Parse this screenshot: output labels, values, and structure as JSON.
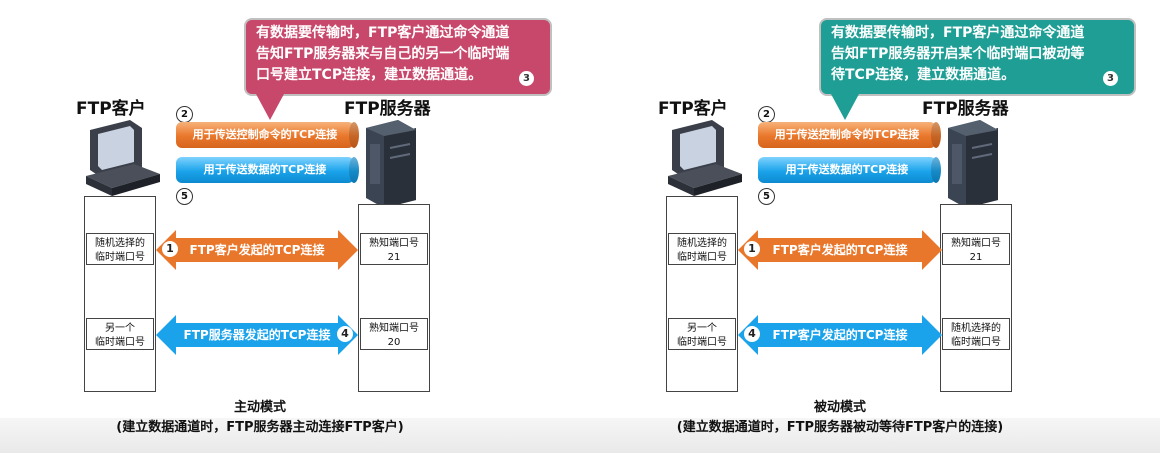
{
  "active": {
    "bubble_lines": [
      "有数据要传输时，FTP客户通过命令通道",
      "告知FTP服务器来与自己的另一个临时端",
      "口号建立TCP连接，建立数据通道。"
    ],
    "bubble_step": "3",
    "client_label": "FTP客户",
    "server_label": "FTP服务器",
    "step2": "2",
    "step5": "5",
    "control_conn": "用于传送控制命令的TCP连接",
    "data_conn": "用于传送数据的TCP连接",
    "arrow1_num": "1",
    "arrow1_label": "FTP客户发起的TCP连接",
    "arrow2_num": "4",
    "arrow2_label": "FTP服务器发起的TCP连接",
    "client_port1": [
      "随机选择的",
      "临时端口号"
    ],
    "client_port2": [
      "另一个",
      "临时端口号"
    ],
    "server_port1": [
      "熟知端口号",
      "21"
    ],
    "server_port2": [
      "熟知端口号",
      "20"
    ],
    "caption_title": "主动模式",
    "caption_sub": "(建立数据通道时，FTP服务器主动连接FTP客户)"
  },
  "passive": {
    "bubble_lines": [
      "有数据要传输时，FTP客户通过命令通道",
      "告知FTP服务器开启某个临时端口被动等",
      "待TCP连接，建立数据通道。"
    ],
    "bubble_step": "3",
    "client_label": "FTP客户",
    "server_label": "FTP服务器",
    "step2": "2",
    "step5": "5",
    "control_conn": "用于传送控制命令的TCP连接",
    "data_conn": "用于传送数据的TCP连接",
    "arrow1_num": "1",
    "arrow1_label": "FTP客户发起的TCP连接",
    "arrow2_num": "4",
    "arrow2_label": "FTP客户发起的TCP连接",
    "client_port1": [
      "随机选择的",
      "临时端口号"
    ],
    "client_port2": [
      "另一个",
      "临时端口号"
    ],
    "server_port1": [
      "熟知端口号",
      "21"
    ],
    "server_port2": [
      "随机选择的",
      "临时端口号"
    ],
    "caption_title": "被动模式",
    "caption_sub": "(建立数据通道时，FTP服务器被动等待FTP客户的连接)"
  },
  "colors": {
    "active_bubble": "#c8486c",
    "passive_bubble": "#1e9e94",
    "tcp_orange": "#e9772b",
    "tcp_blue": "#1aa3ea"
  },
  "icons": {
    "client": "desktop-computer-icon",
    "server": "server-tower-icon"
  }
}
